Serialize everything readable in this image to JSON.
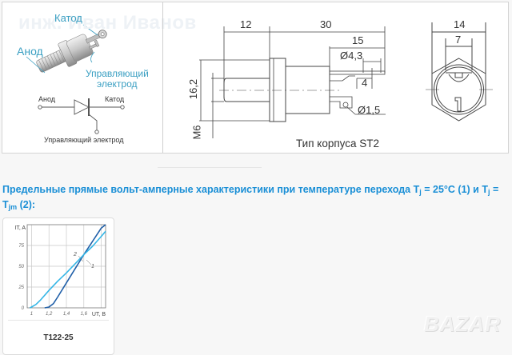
{
  "watermark": "инж. Иван Иванов",
  "thyristor_photo": {
    "labels": {
      "cathode": "Катод",
      "anode": "Анод",
      "gate_line1": "Управляющий",
      "gate_line2": "электрод"
    }
  },
  "schematic": {
    "anode": "Анод",
    "cathode": "Катод",
    "gate": "Управляющий электрод"
  },
  "side_drawing": {
    "dimensions": {
      "d12": "12",
      "d30": "30",
      "d15": "15",
      "d4_3": "Ø4,3",
      "d4": "4",
      "d16_2": "16,2",
      "d1_5": "Ø1,5",
      "thread": "M6"
    },
    "package_caption": "Тип корпуса ST2"
  },
  "end_view": {
    "dimensions": {
      "d14": "14",
      "d7": "7"
    },
    "marking": "1"
  },
  "section": {
    "heading_part1": "Предельные прямые вольт-амперные характеристики при температуре перехода T",
    "heading_sub1": "j",
    "heading_part2": " = 25°C (1) и T",
    "heading_sub2": "j",
    "heading_part3": " = T",
    "heading_sub3": "jm",
    "heading_part4": " (2):",
    "accent_color": "#1a8fd6"
  },
  "chart_card": {
    "caption": "T122-25"
  },
  "chart_data": {
    "type": "line",
    "title": "T122-25",
    "xlabel": "U_T, B",
    "ylabel": "I_T, A",
    "xlim": [
      0.95,
      1.85
    ],
    "ylim": [
      0,
      100
    ],
    "x_ticks": [
      "1",
      "1,2",
      "1,4",
      "1,6"
    ],
    "y_ticks": [
      "0",
      "25",
      "50",
      "75"
    ],
    "grid": true,
    "legend_position": "inline curve labels",
    "series": [
      {
        "name": "1 (Tj = 25°C)",
        "color": "#1f5fa8",
        "x": [
          1.15,
          1.2,
          1.25,
          1.3,
          1.4,
          1.5,
          1.6,
          1.7,
          1.8,
          1.85
        ],
        "y": [
          0,
          1,
          5,
          13,
          30,
          47,
          64,
          80,
          96,
          100
        ]
      },
      {
        "name": "2 (Tj = Tjm)",
        "color": "#35b6e6",
        "x": [
          0.98,
          1.0,
          1.05,
          1.1,
          1.2,
          1.3,
          1.4,
          1.5,
          1.6,
          1.7,
          1.8,
          1.85
        ],
        "y": [
          0,
          1,
          4,
          9,
          21,
          32,
          42,
          53,
          64,
          74,
          86,
          92
        ]
      }
    ],
    "annotations": [
      "1",
      "2"
    ]
  },
  "site_logo": "BAZAR"
}
